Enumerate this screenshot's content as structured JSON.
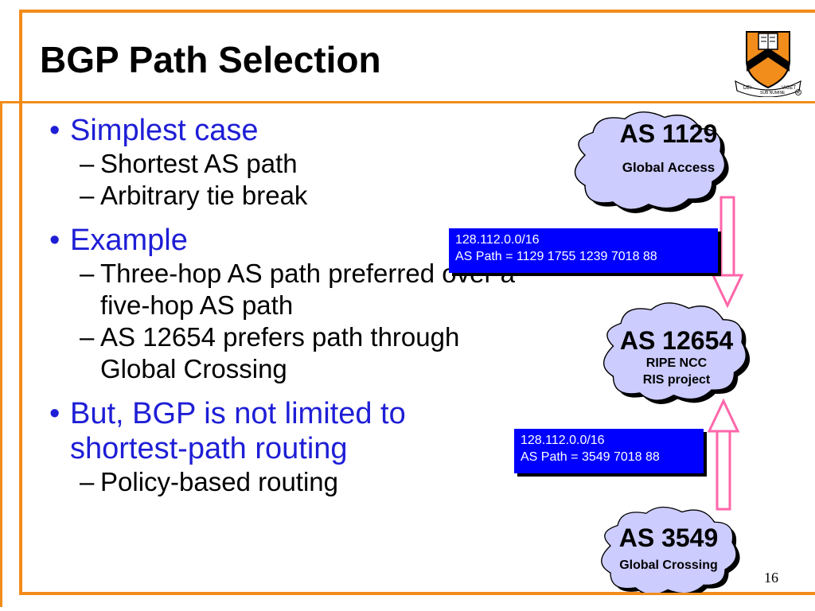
{
  "slide": {
    "title": "BGP Path Selection",
    "page_number": "16",
    "accent_color": "#f28c1a",
    "bullet_color": "#1e1ed6",
    "logo_icon": "princeton-shield-icon",
    "logo_motto_left": "DEI",
    "logo_motto_center": "SUB NUMINE",
    "logo_motto_right": "VIGET"
  },
  "bullets": [
    {
      "text": "Simplest case",
      "sub": [
        "Shortest AS path",
        "Arbitrary tie break"
      ]
    },
    {
      "text": "Example",
      "sub": [
        "Three-hop AS path preferred over a five-hop AS path",
        "AS 12654 prefers path through Global Crossing"
      ]
    },
    {
      "text": "But, BGP is not limited to shortest-path routing",
      "sub": [
        "Policy-based routing"
      ]
    }
  ],
  "diagram": {
    "cloud_color": "#ccccff",
    "arrow_color": "#ff66aa",
    "route_box_color": "#0000ff",
    "clouds": [
      {
        "name": "AS 1129",
        "desc": [
          "Global Access"
        ]
      },
      {
        "name": "AS 12654",
        "desc": [
          "RIPE NCC",
          "RIS project"
        ]
      },
      {
        "name": "AS 3549",
        "desc": [
          "Global Crossing"
        ]
      }
    ],
    "routes": [
      {
        "prefix": "128.112.0.0/16",
        "path": "AS Path = 1129 1755 1239 7018 88"
      },
      {
        "prefix": "128.112.0.0/16",
        "path": "AS Path = 3549 7018 88"
      }
    ]
  }
}
